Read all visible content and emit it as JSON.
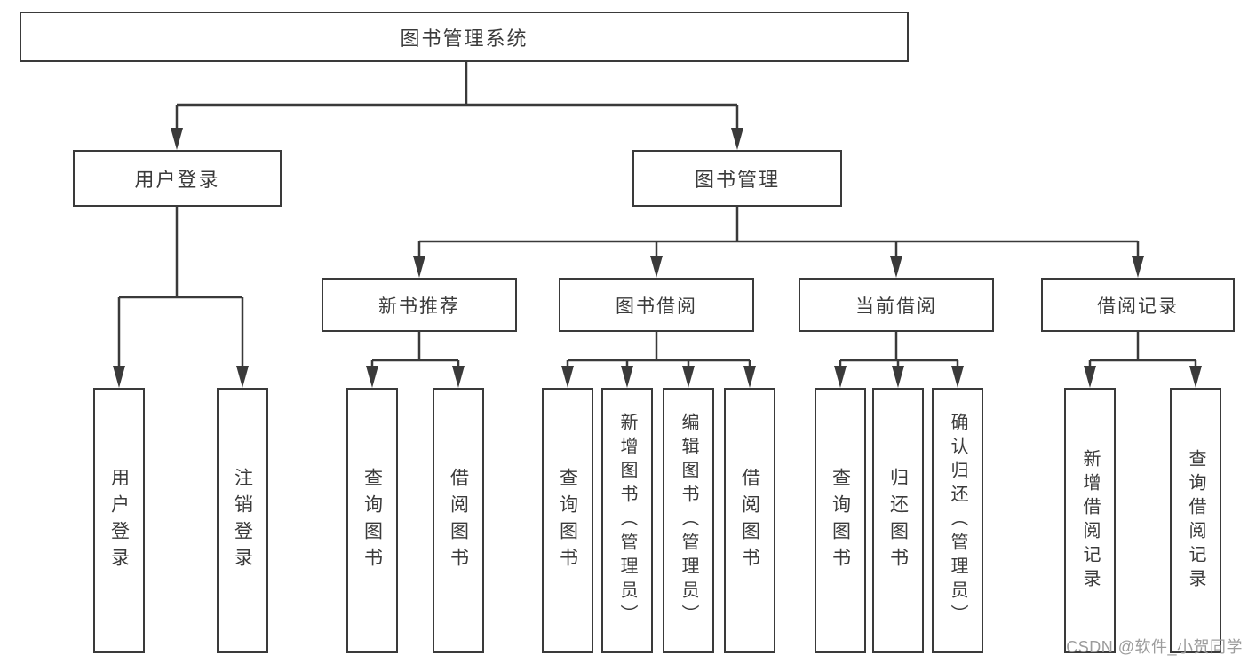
{
  "diagram": {
    "root": {
      "label": "图书管理系统"
    },
    "level2": {
      "user_login": {
        "label": "用户登录"
      },
      "book_management": {
        "label": "图书管理"
      }
    },
    "level3": {
      "new_book_recommend": {
        "label": "新书推荐"
      },
      "book_borrow": {
        "label": "图书借阅"
      },
      "current_borrow": {
        "label": "当前借阅"
      },
      "borrow_record": {
        "label": "借阅记录"
      }
    },
    "leaves": {
      "user_login_leaf": {
        "label": "用户登录",
        "parent": "用户登录"
      },
      "logout_leaf": {
        "label": "注销登录",
        "parent": "用户登录"
      },
      "query_book_recommend": {
        "label": "查询图书",
        "parent": "新书推荐"
      },
      "borrow_book_recommend": {
        "label": "借阅图书",
        "parent": "新书推荐"
      },
      "query_book_borrow": {
        "label": "查询图书",
        "parent": "图书借阅"
      },
      "add_book_admin": {
        "label": "新增图书（管理员）",
        "parent": "图书借阅"
      },
      "edit_book_admin": {
        "label": "编辑图书（管理员）",
        "parent": "图书借阅"
      },
      "borrow_book_borrow": {
        "label": "借阅图书",
        "parent": "图书借阅"
      },
      "query_book_current": {
        "label": "查询图书",
        "parent": "当前借阅"
      },
      "return_book": {
        "label": "归还图书",
        "parent": "当前借阅"
      },
      "confirm_return_admin": {
        "label": "确认归还（管理员）",
        "parent": "当前借阅"
      },
      "add_borrow_record": {
        "label": "新增借阅记录",
        "parent": "借阅记录"
      },
      "query_borrow_record": {
        "label": "查询借阅记录",
        "parent": "借阅记录"
      }
    }
  },
  "watermark": {
    "text": "CSDN @软件_小贺同学"
  },
  "colors": {
    "line": "#3a3a3a",
    "text": "#3b3b3b",
    "background": "#ffffff",
    "watermark": "#9c9c9c"
  }
}
